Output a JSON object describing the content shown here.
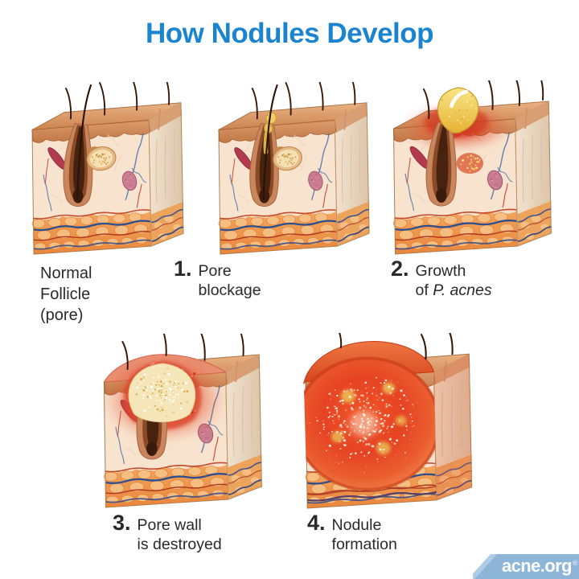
{
  "title": "How Nodules Develop",
  "steps": [
    {
      "id": "normal-follicle",
      "stage": "normal",
      "number": "",
      "lines": [
        [
          {
            "t": "Normal"
          }
        ],
        [
          {
            "t": "Follicle"
          }
        ],
        [
          {
            "t": "(pore)"
          }
        ]
      ]
    },
    {
      "id": "pore-blockage",
      "stage": "blockage",
      "number": "1.",
      "lines": [
        [
          {
            "t": "Pore"
          }
        ],
        [
          {
            "t": "blockage"
          }
        ]
      ]
    },
    {
      "id": "growth-of-p-acnes",
      "stage": "pacnes",
      "number": "2.",
      "lines": [
        [
          {
            "t": "Growth"
          }
        ],
        [
          {
            "t": "of "
          },
          {
            "t": "P. acnes",
            "italic": true
          }
        ]
      ]
    },
    {
      "id": "pore-wall-destroyed",
      "stage": "destroyed",
      "number": "3.",
      "lines": [
        [
          {
            "t": "Pore wall"
          }
        ],
        [
          {
            "t": "is destroyed"
          }
        ]
      ]
    },
    {
      "id": "nodule-formation",
      "stage": "nodule",
      "number": "4.",
      "lines": [
        [
          {
            "t": "Nodule"
          }
        ],
        [
          {
            "t": "formation"
          }
        ]
      ]
    }
  ],
  "logo": {
    "text": "acne.org",
    "registered": "®"
  },
  "colors": {
    "title_blue": "#1b84d0",
    "label_text": "#2a2a2a",
    "logo_blue": "#8cb5d8",
    "logo_highlight": "#aecde4",
    "background": "#ffffff",
    "inflammation_red": "#df4a2c",
    "sebum_yellow": "#eec85e",
    "skin_surface_tan": "#d89a6a",
    "skin_cross_section": "#f8e3cf",
    "subcutaneous_fat_orange": "#f09a52"
  }
}
